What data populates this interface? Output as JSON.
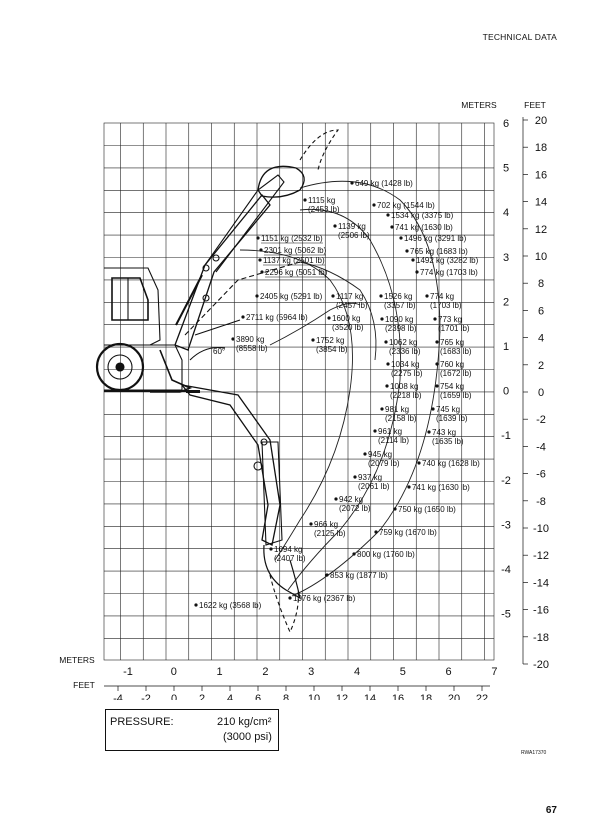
{
  "header": {
    "section": "TECHNICAL DATA"
  },
  "axes": {
    "meters_label": "METERS",
    "feet_label": "FEET",
    "x_meters": [
      "-1",
      "0",
      "1",
      "2",
      "3",
      "4",
      "5",
      "6",
      "7"
    ],
    "x_feet": [
      "-4",
      "-2",
      "0",
      "2",
      "4",
      "6",
      "8",
      "10",
      "12",
      "14",
      "16",
      "18",
      "20",
      "22"
    ],
    "y_meters": [
      "6",
      "5",
      "4",
      "3",
      "2",
      "1",
      "0",
      "-1",
      "-2",
      "-3",
      "-4",
      "-5"
    ],
    "y_feet": [
      "20",
      "18",
      "16",
      "14",
      "12",
      "10",
      "8",
      "6",
      "4",
      "2",
      "0",
      "-2",
      "-4",
      "-6",
      "-8",
      "-10",
      "-12",
      "-14",
      "-16",
      "-18",
      "-20"
    ]
  },
  "angle_label": "60°",
  "capacity_labels": [
    {
      "id": "c1",
      "text": [
        "649 kg (1428 lb)"
      ]
    },
    {
      "id": "c2",
      "text": [
        "1115 kg",
        "(2453 lb)"
      ]
    },
    {
      "id": "c3",
      "text": [
        "702 kg (1544 lb)"
      ]
    },
    {
      "id": "c4",
      "text": [
        "1534 kg (3375 lb)"
      ]
    },
    {
      "id": "c5",
      "text": [
        "1139 kg",
        "(2506 lb)"
      ]
    },
    {
      "id": "c6",
      "text": [
        "741 kg (1630 lb)"
      ]
    },
    {
      "id": "c7",
      "text": [
        "1496 kg (3291 lb)"
      ]
    },
    {
      "id": "c8",
      "text": [
        "1151 kg (2532 lb)"
      ]
    },
    {
      "id": "c9",
      "text": [
        "2301 kg (5062 lb)"
      ]
    },
    {
      "id": "c10",
      "text": [
        "1137 kg (2501 lb)"
      ]
    },
    {
      "id": "c11",
      "text": [
        "2296 kg (5051 lb)"
      ]
    },
    {
      "id": "c12",
      "text": [
        "765 kg (1683 lb)"
      ]
    },
    {
      "id": "c13",
      "text": [
        "1492 kg (3282 lb)"
      ]
    },
    {
      "id": "c14",
      "text": [
        "774 kg (1703 lb)"
      ]
    },
    {
      "id": "c15",
      "text": [
        "2405 kg (5291 lb)"
      ]
    },
    {
      "id": "c16",
      "text": [
        "1117 kg",
        "(2457 lb)"
      ]
    },
    {
      "id": "c17",
      "text": [
        "1526 kg",
        "(3357 lb)"
      ]
    },
    {
      "id": "c18",
      "text": [
        "774 kg",
        "(1703 lb)"
      ]
    },
    {
      "id": "c19",
      "text": [
        "2711 kg (5964 lb)"
      ]
    },
    {
      "id": "c20",
      "text": [
        "1600 kg",
        "(3520 lb)"
      ]
    },
    {
      "id": "c21",
      "text": [
        "1090 kg",
        "(2398 lb)"
      ]
    },
    {
      "id": "c22",
      "text": [
        "773 kg",
        "(1701 lb)"
      ]
    },
    {
      "id": "c23",
      "text": [
        "3890 kg",
        "(8558 lb)"
      ]
    },
    {
      "id": "c24",
      "text": [
        "1752 kg",
        "(3854 lb)"
      ]
    },
    {
      "id": "c25",
      "text": [
        "1062 kg",
        "(2336 lb)"
      ]
    },
    {
      "id": "c26",
      "text": [
        "765 kg",
        "(1683 lb)"
      ]
    },
    {
      "id": "c27",
      "text": [
        "1034 kg",
        "(2275 lb)"
      ]
    },
    {
      "id": "c28",
      "text": [
        "760 kg",
        "(1672 lb)"
      ]
    },
    {
      "id": "c29",
      "text": [
        "1008 kg",
        "(2218 lb)"
      ]
    },
    {
      "id": "c30",
      "text": [
        "754 kg",
        "(1659 lb)"
      ]
    },
    {
      "id": "c31",
      "text": [
        "981 kg",
        "(2158 lb)"
      ]
    },
    {
      "id": "c32",
      "text": [
        "745 kg",
        "(1639 lb)"
      ]
    },
    {
      "id": "c33",
      "text": [
        "961 kg",
        "(2114 lb)"
      ]
    },
    {
      "id": "c34",
      "text": [
        "743 kg",
        "(1635 lb)"
      ]
    },
    {
      "id": "c35",
      "text": [
        "945 kg",
        "(2079 lb)"
      ]
    },
    {
      "id": "c36",
      "text": [
        "740 kg (1628 lb)"
      ]
    },
    {
      "id": "c37",
      "text": [
        "937 kg",
        "(2061 lb)"
      ]
    },
    {
      "id": "c38",
      "text": [
        "741 kg (1630 lb)"
      ]
    },
    {
      "id": "c39",
      "text": [
        "942 kg",
        "(2072 lb)"
      ]
    },
    {
      "id": "c40",
      "text": [
        "750 kg (1650 lb)"
      ]
    },
    {
      "id": "c41",
      "text": [
        "966 kg",
        "(2125 lb)"
      ]
    },
    {
      "id": "c42",
      "text": [
        "759 kg (1670 lb)"
      ]
    },
    {
      "id": "c43",
      "text": [
        "1094 kg",
        "(2407 lb)"
      ]
    },
    {
      "id": "c44",
      "text": [
        "800 kg (1760 lb)"
      ]
    },
    {
      "id": "c45",
      "text": [
        "853 kg (1877 lb)"
      ]
    },
    {
      "id": "c46",
      "text": [
        "1076 kg (2367 lb)"
      ]
    },
    {
      "id": "c47",
      "text": [
        "1622 kg (3568 lb)"
      ]
    }
  ],
  "pressure": {
    "label": "PRESSURE:",
    "metric": "210 kg/cm²",
    "imperial": "(3000 psi)"
  },
  "figure_code": "RWA17370",
  "page_number": "67"
}
